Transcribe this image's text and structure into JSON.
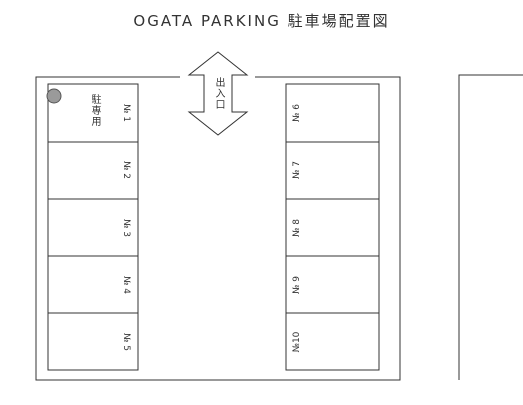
{
  "title": "OGATA PARKING 駐車場配置図",
  "entrance_label": "出入口",
  "reserved_label": "駐専用",
  "slots_left": [
    "№ 1",
    "№ 2",
    "№ 3",
    "№ 4",
    "№ 5"
  ],
  "slots_right": [
    "№ 6",
    "№ 7",
    "№ 8",
    "№ 9",
    "№10"
  ],
  "colors": {
    "line": "#333333",
    "marker": "#9a9a9a"
  }
}
